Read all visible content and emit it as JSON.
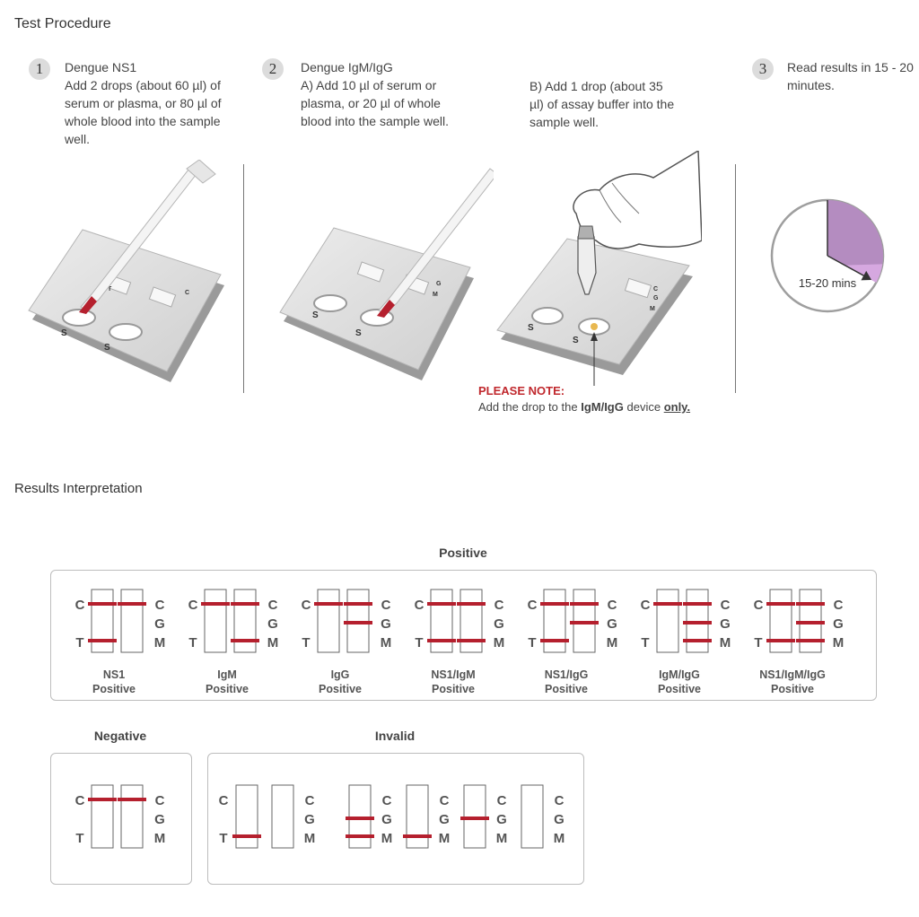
{
  "procedure": {
    "title": "Test Procedure",
    "steps": [
      {
        "number": "1",
        "lines": [
          "Dengue NS1",
          "Add 2 drops (about 60 µl) of",
          "serum or plasma, or 80 µl of",
          "whole blood into the sample",
          "well."
        ]
      },
      {
        "number": "2",
        "lines": [
          "Dengue IgM/IgG",
          "A) Add 10 µl of serum or",
          "plasma, or 20 µl of whole",
          "blood into the sample well."
        ]
      },
      {
        "number": "3",
        "lines": [
          "Read results in 15 - 20",
          "minutes."
        ]
      }
    ],
    "step2b": [
      "B) Add 1 drop (about 35",
      "µl) of assay buffer into the",
      "sample well."
    ],
    "note": {
      "title": "PLEASE NOTE:",
      "prefix": "Add the drop to the ",
      "bold": "IgM/IgG",
      "middle": " device ",
      "underline": "only."
    },
    "timer_label": "15-20 mins",
    "timer_fraction": 0.33,
    "device_letters": {
      "S": "S",
      "T": "T",
      "C": "C",
      "G": "G",
      "M": "M"
    }
  },
  "results": {
    "title": "Results Interpretation",
    "positive_title": "Positive",
    "negative_title": "Negative",
    "invalid_title": "Invalid",
    "letters": {
      "C": "C",
      "T": "T",
      "G": "G",
      "M": "M"
    },
    "positive": [
      {
        "caption": [
          "NS1",
          "Positive"
        ],
        "left": [
          "C",
          "T"
        ],
        "right": [
          "C"
        ]
      },
      {
        "caption": [
          "IgM",
          "Positive"
        ],
        "left": [
          "C"
        ],
        "right": [
          "C",
          "M"
        ]
      },
      {
        "caption": [
          "IgG",
          "Positive"
        ],
        "left": [
          "C"
        ],
        "right": [
          "C",
          "G"
        ]
      },
      {
        "caption": [
          "NS1/IgM",
          "Positive"
        ],
        "left": [
          "C",
          "T"
        ],
        "right": [
          "C",
          "M"
        ]
      },
      {
        "caption": [
          "NS1/IgG",
          "Positive"
        ],
        "left": [
          "C",
          "T"
        ],
        "right": [
          "C",
          "G"
        ]
      },
      {
        "caption": [
          "IgM/IgG",
          "Positive"
        ],
        "left": [
          "C"
        ],
        "right": [
          "C",
          "G",
          "M"
        ]
      },
      {
        "caption": [
          "NS1/IgM/IgG",
          "Positive"
        ],
        "left": [
          "C",
          "T"
        ],
        "right": [
          "C",
          "G",
          "M"
        ]
      }
    ],
    "negative": {
      "left": [
        "C"
      ],
      "right": [
        "C"
      ]
    },
    "invalid_ns1": {
      "lines": [
        "T"
      ]
    },
    "invalid_igmigg": [
      {
        "lines": []
      },
      {
        "lines": [
          "G",
          "M"
        ]
      },
      {
        "lines": [
          "M"
        ]
      },
      {
        "lines": [
          "G"
        ]
      },
      {
        "lines": []
      }
    ]
  },
  "colors": {
    "line_red": "#b5202e",
    "timer_fill": "#b48cc0",
    "timer_light": "#d6a8e0",
    "note_red": "#c0282d"
  }
}
